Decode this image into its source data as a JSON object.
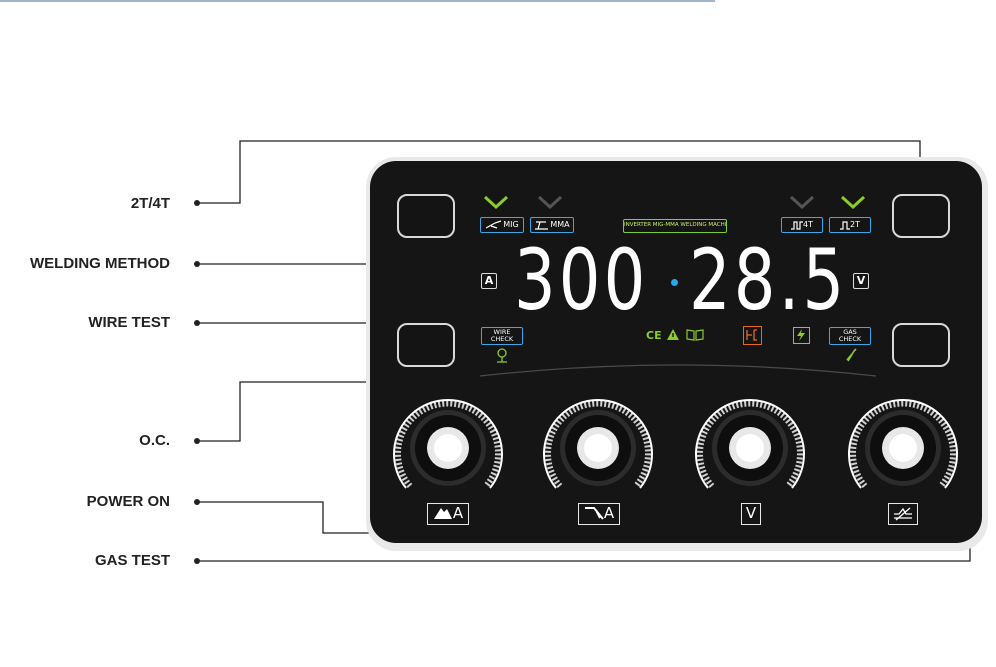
{
  "callouts": [
    {
      "id": "2t4t",
      "label": "2T/4T"
    },
    {
      "id": "welding-method",
      "label": "WELDING METHOD"
    },
    {
      "id": "wire-test",
      "label": "WIRE TEST"
    },
    {
      "id": "oc",
      "label": "O.C."
    },
    {
      "id": "power-on",
      "label": "POWER ON"
    },
    {
      "id": "gas-test",
      "label": "GAS TEST"
    }
  ],
  "panel": {
    "title": "INVERTER MIG-MMA WELDING MACHINE",
    "modes": {
      "mig": "MIG",
      "mma": "MMA",
      "two_t": "2T",
      "four_t": "4T"
    },
    "display": {
      "current_value": "300",
      "current_unit": "A",
      "voltage_value": "28.5",
      "voltage_unit": "V"
    },
    "wire_check": {
      "line1": "WIRE",
      "line2": "CHECK"
    },
    "gas_check": {
      "line1": "GAS",
      "line2": "CHECK"
    },
    "ce_mark": "CE",
    "knobs": [
      {
        "id": "wire-speed",
        "unit": "A"
      },
      {
        "id": "mma-current",
        "unit": "A"
      },
      {
        "id": "voltage",
        "unit": "V"
      },
      {
        "id": "inductance",
        "unit": ""
      }
    ]
  },
  "colors": {
    "panel": "#151515",
    "chevron_active": "#8ccc2a",
    "chevron_inactive": "#555555",
    "frame_blue": "#3da6e8",
    "oc_orange": "#e86a1a",
    "power_green": "#8ccc2a",
    "dot_blue": "#29a8e8"
  }
}
